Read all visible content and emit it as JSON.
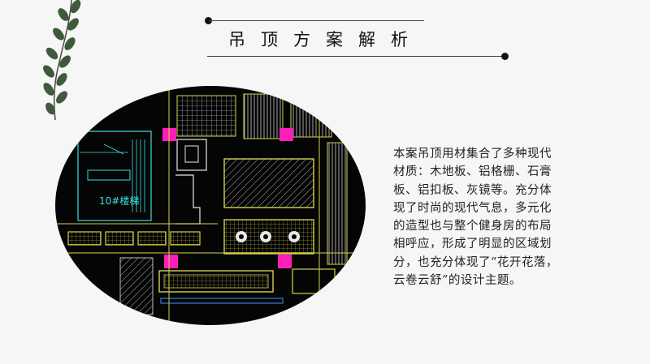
{
  "slide": {
    "title": "吊顶方案解析",
    "description": "本案吊顶用材集合了多种现代\n材质：木地板、铝格栅、石膏\n板、铝扣板、灰镜等。充分体\n现了时尚的现代气息，多元化\n的造型也与整个健身房的布局\n相呼应，形成了明显的区域划\n分，也充分体现了“花开花落，\n云卷云舒”的设计主题。",
    "cad_label": "10#楼梯"
  },
  "colors": {
    "background": "#f6f6f6",
    "cad_background": "#050505",
    "cad_yellow": "#d6d24a",
    "cad_cyan": "#39e0e0",
    "cad_magenta": "#ff1fb8",
    "cad_white": "#e8e8e8",
    "leaf_green": "#3f5a3a"
  }
}
